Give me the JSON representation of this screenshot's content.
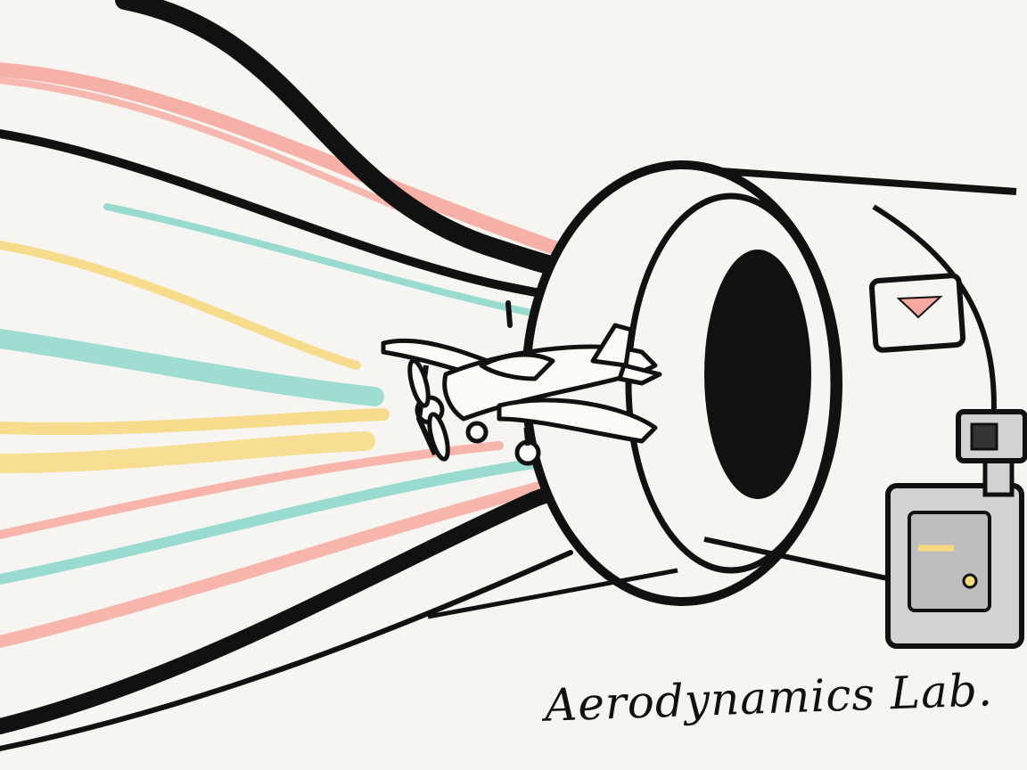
{
  "caption": "Aerodynamics Lab.",
  "colors": {
    "background": "#f6f5f1",
    "ink": "#111111",
    "flow_pink": "#f7a9a0",
    "flow_teal": "#8fd8cc",
    "flow_yellow": "#f7d982",
    "machine_gray": "#d2d2d2"
  },
  "icons": [
    "wind-tunnel",
    "airplane",
    "control-unit",
    "camera"
  ]
}
